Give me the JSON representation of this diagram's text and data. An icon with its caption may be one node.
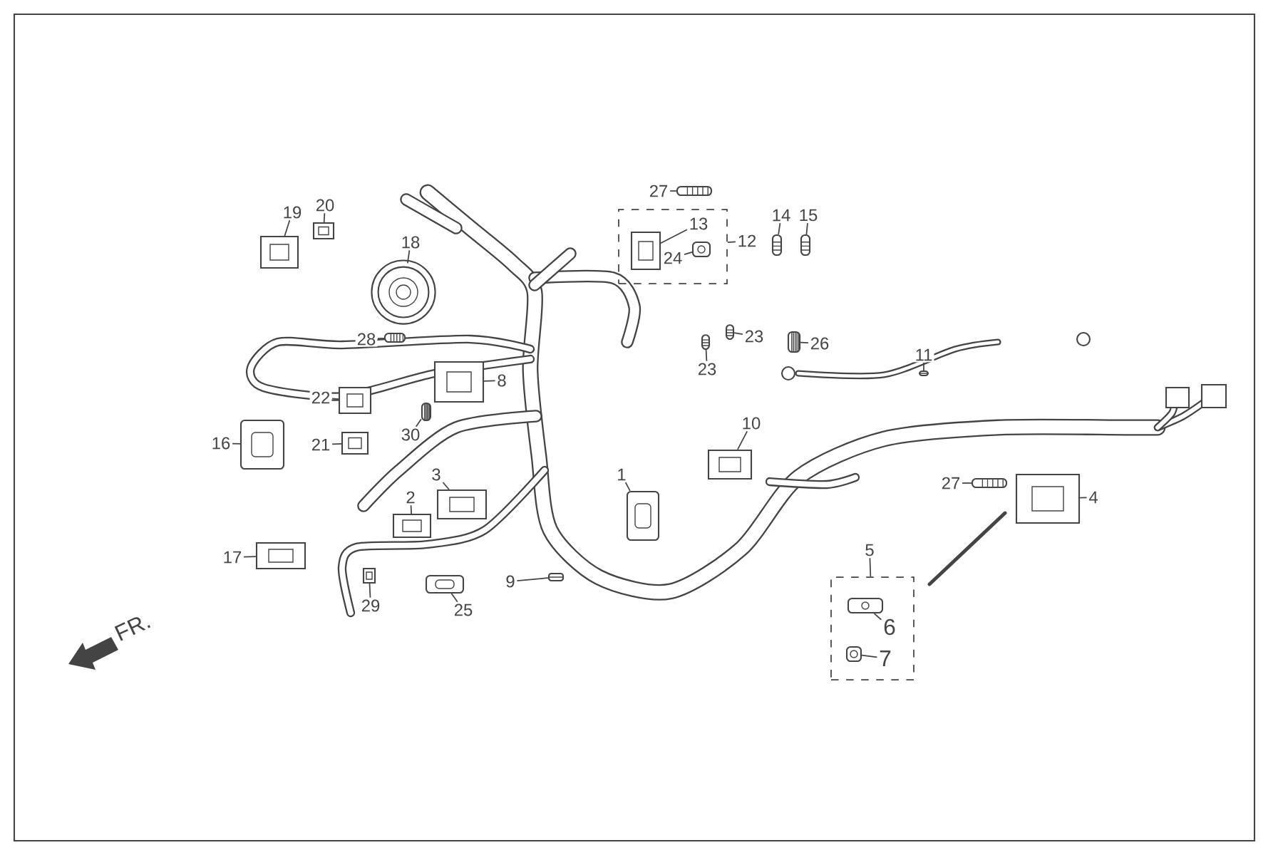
{
  "diagram": {
    "nodes": [
      {
        "text": [
          "27"
        ]
      },
      {
        "text": [],
        "shape": "picture"
      },
      {
        "text": [
          "14"
        ]
      },
      {
        "text": [
          "15"
        ]
      },
      {
        "text": [],
        "shape": "picture"
      },
      {
        "text": [],
        "shape": "picture"
      },
      {
        "text": [],
        "shape": "box"
      },
      {
        "text": [
          "13"
        ],
        "in": 6
      },
      {
        "text": [],
        "shape": "picture",
        "in": 6
      },
      {
        "text": [
          "24"
        ],
        "in": 6
      },
      {
        "text": [],
        "shape": "picture",
        "in": 6
      },
      {
        "text": [
          "12"
        ]
      },
      {
        "text": [
          "19"
        ]
      },
      {
        "text": [],
        "shape": "picture"
      },
      {
        "text": [
          "20"
        ]
      },
      {
        "text": [],
        "shape": "picture"
      },
      {
        "text": [
          "18"
        ]
      },
      {
        "text": [],
        "shape": "picture"
      },
      {
        "text": [
          "28"
        ]
      },
      {
        "text": [],
        "shape": "picture"
      },
      {
        "text": [
          "8"
        ]
      },
      {
        "text": [],
        "shape": "picture"
      },
      {
        "text": [
          "23"
        ]
      },
      {
        "text": [],
        "shape": "picture"
      },
      {
        "text": [
          "23"
        ]
      },
      {
        "text": [],
        "shape": "picture"
      },
      {
        "text": [
          "26"
        ]
      },
      {
        "text": [],
        "shape": "picture"
      },
      {
        "text": [
          "11"
        ]
      },
      {
        "text": [],
        "shape": "picture"
      },
      {
        "text": [
          "22"
        ]
      },
      {
        "text": [],
        "shape": "picture"
      },
      {
        "text": [
          "30"
        ]
      },
      {
        "text": [],
        "shape": "picture"
      },
      {
        "text": [
          "10"
        ]
      },
      {
        "text": [],
        "shape": "picture"
      },
      {
        "text": [
          "16"
        ]
      },
      {
        "text": [],
        "shape": "picture"
      },
      {
        "text": [
          "21"
        ]
      },
      {
        "text": [],
        "shape": "picture"
      },
      {
        "text": [
          "3"
        ]
      },
      {
        "text": [],
        "shape": "picture"
      },
      {
        "text": [
          "1"
        ]
      },
      {
        "text": [],
        "shape": "picture"
      },
      {
        "text": [
          "27"
        ]
      },
      {
        "text": [],
        "shape": "picture"
      },
      {
        "text": [
          "4"
        ]
      },
      {
        "text": [],
        "shape": "picture"
      },
      {
        "text": [
          "2"
        ]
      },
      {
        "text": [],
        "shape": "picture"
      },
      {
        "text": [
          "5"
        ]
      },
      {
        "text": [],
        "shape": "box"
      },
      {
        "text": [],
        "shape": "picture",
        "in": 51
      },
      {
        "text": [
          "6"
        ],
        "in": 51
      },
      {
        "text": [],
        "shape": "picture",
        "in": 51
      },
      {
        "text": [
          "7"
        ],
        "in": 51
      },
      {
        "text": [
          "17"
        ]
      },
      {
        "text": [],
        "shape": "picture"
      },
      {
        "text": [
          "9"
        ]
      },
      {
        "text": [],
        "shape": "picture"
      },
      {
        "text": [
          "29"
        ]
      },
      {
        "text": [],
        "shape": "picture"
      },
      {
        "text": [
          "25"
        ]
      },
      {
        "text": [],
        "shape": "picture"
      }
    ],
    "edges": [
      {
        "from": 0,
        "to": 1,
        "arrow": "none"
      },
      {
        "from": 2,
        "to": 4,
        "arrow": "none"
      },
      {
        "from": 3,
        "to": 5,
        "arrow": "none"
      },
      {
        "from": 7,
        "to": 8,
        "arrow": "none"
      },
      {
        "from": 9,
        "to": 10,
        "arrow": "none"
      },
      {
        "from": 11,
        "to": 6,
        "arrow": "none"
      },
      {
        "from": 12,
        "to": 13,
        "arrow": "none"
      },
      {
        "from": 14,
        "to": 15,
        "arrow": "none"
      },
      {
        "from": 16,
        "to": 17,
        "arrow": "none"
      },
      {
        "from": 18,
        "to": 19,
        "arrow": "none"
      },
      {
        "from": 20,
        "to": 21,
        "arrow": "none"
      },
      {
        "from": 22,
        "to": 23,
        "arrow": "none"
      },
      {
        "from": 24,
        "to": 25,
        "arrow": "none"
      },
      {
        "from": 26,
        "to": 27,
        "arrow": "none"
      },
      {
        "from": 28,
        "to": 29,
        "arrow": "none"
      },
      {
        "from": 30,
        "to": 31,
        "arrow": "none"
      },
      {
        "from": 32,
        "to": 33,
        "arrow": "none"
      },
      {
        "from": 34,
        "to": 35,
        "arrow": "none"
      },
      {
        "from": 36,
        "to": 37,
        "arrow": "none"
      },
      {
        "from": 38,
        "to": 39,
        "arrow": "none"
      },
      {
        "from": 40,
        "to": 41,
        "arrow": "none"
      },
      {
        "from": 42,
        "to": 43,
        "arrow": "none"
      },
      {
        "from": 44,
        "to": 45,
        "arrow": "none"
      },
      {
        "from": 46,
        "to": 47,
        "arrow": "none"
      },
      {
        "from": 48,
        "to": 49,
        "arrow": "none"
      },
      {
        "from": 50,
        "to": 51,
        "arrow": "none"
      },
      {
        "from": 53,
        "to": 52,
        "arrow": "none"
      },
      {
        "from": 55,
        "to": 54,
        "arrow": "none"
      },
      {
        "from": 56,
        "to": 57,
        "arrow": "none"
      },
      {
        "from": 58,
        "to": 59,
        "arrow": "none"
      },
      {
        "from": 60,
        "to": 61,
        "arrow": "none"
      },
      {
        "from": 62,
        "to": 63,
        "arrow": "none"
      }
    ],
    "labels": [
      "FR."
    ]
  }
}
